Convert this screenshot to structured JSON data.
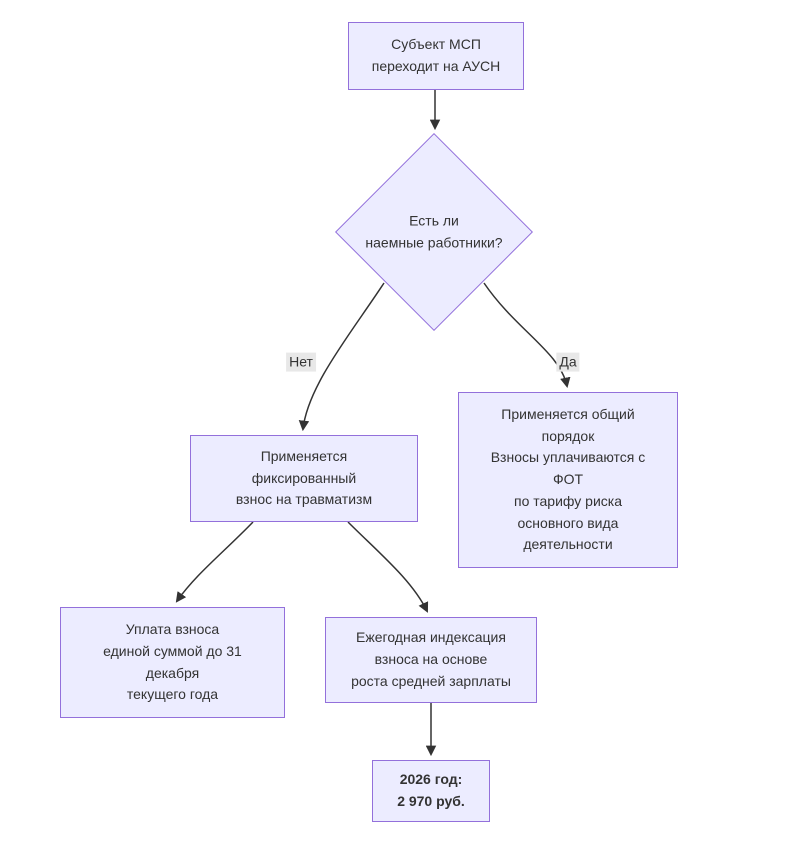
{
  "diagram": {
    "title": "Flowchart: fixed injury-insurance contribution under AUSN",
    "nodes": {
      "start": {
        "label": "Субъект МСП\nпереходит на АУСН"
      },
      "decision": {
        "label": "Есть ли\nнаемные работники?"
      },
      "fixed": {
        "label": "Применяется\nфиксированный\nвзнос на травматизм"
      },
      "general": {
        "label": "Применяется общий\nпорядок\nВзносы уплачиваются с\nФОТ\nпо тарифу риска\nосновного вида\nдеятельности"
      },
      "payment": {
        "label": "Уплата взноса\nединой суммой до 31\nдекабря\nтекущего года"
      },
      "indexation": {
        "label": "Ежегодная индексация\nвзноса на основе\nроста средней зарплаты"
      },
      "amount": {
        "label": "2026 год:\n2 970 руб."
      }
    },
    "edges": {
      "no_label": "Нет",
      "yes_label": "Да"
    },
    "colors": {
      "node_fill": "#ECECFF",
      "node_border": "#9370DB",
      "text": "#333333",
      "edge": "#333333",
      "edge_label_bg": "#e8e8e8",
      "background": "#ffffff"
    }
  }
}
